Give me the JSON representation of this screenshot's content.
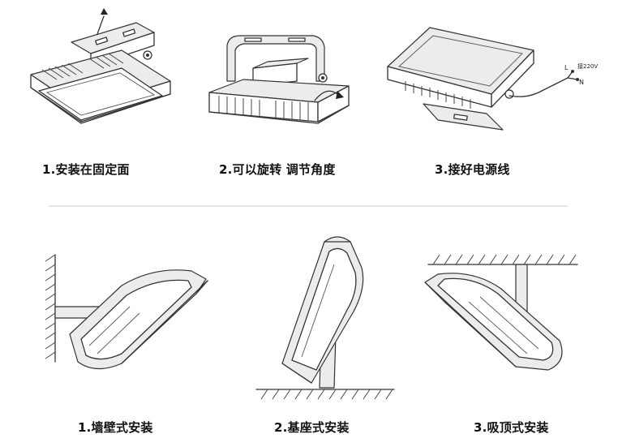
{
  "steps_top": [
    {
      "label": "1.安装在固定面"
    },
    {
      "label": "2.可以旋转 调节角度"
    },
    {
      "label": "3.接好电源线"
    }
  ],
  "steps_bottom": [
    {
      "label": "1.墙壁式安装"
    },
    {
      "label": "2.基座式安装"
    },
    {
      "label": "3.吸顶式安装"
    }
  ],
  "wiring_labels": {
    "live": "L",
    "neutral": "N",
    "earth": "接220V"
  },
  "colors": {
    "line": "#333333",
    "background": "#ffffff",
    "divider": "#cccccc"
  }
}
